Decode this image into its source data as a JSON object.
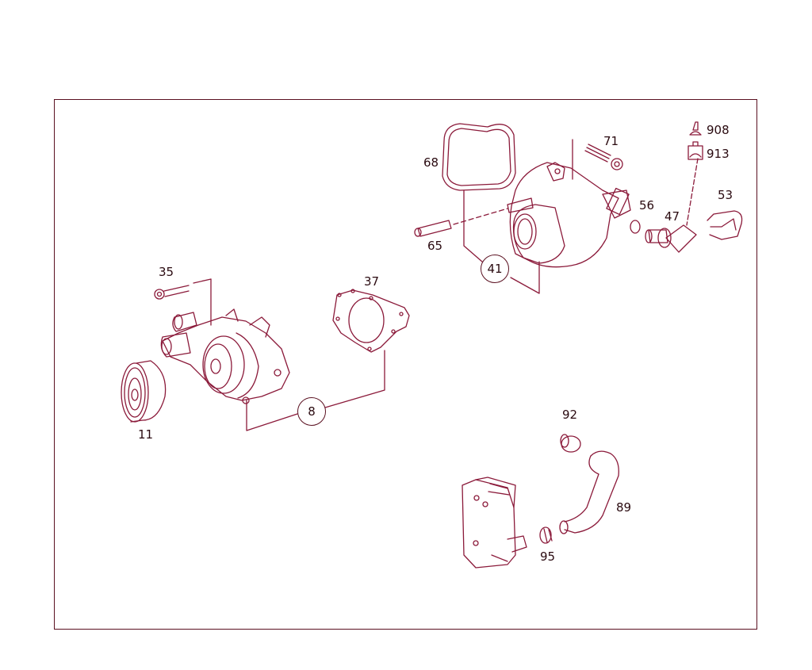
{
  "diagram": {
    "type": "exploded parts diagram",
    "line_color": "#8b1a3a",
    "frame_color": "#5a1020",
    "parts": [
      {
        "id": "8",
        "label": "8",
        "description": "water pump assembly (circled group)",
        "circled": true
      },
      {
        "id": "11",
        "label": "11",
        "description": "idler pulley"
      },
      {
        "id": "35",
        "label": "35",
        "description": "bolt"
      },
      {
        "id": "37",
        "label": "37",
        "description": "gasket"
      },
      {
        "id": "41",
        "label": "41",
        "description": "thermostat housing assembly (circled group)",
        "circled": true
      },
      {
        "id": "47",
        "label": "47",
        "description": "temperature sensor"
      },
      {
        "id": "53",
        "label": "53",
        "description": "O-ring"
      },
      {
        "id": "56",
        "label": "56",
        "description": "retaining clip"
      },
      {
        "id": "65",
        "label": "65",
        "description": "pin"
      },
      {
        "id": "68",
        "label": "68",
        "description": "seal"
      },
      {
        "id": "71",
        "label": "71",
        "description": "bolt"
      },
      {
        "id": "89",
        "label": "89",
        "description": "hose"
      },
      {
        "id": "92",
        "label": "92",
        "description": "hose clamp"
      },
      {
        "id": "95",
        "label": "95",
        "description": "hose clamp"
      },
      {
        "id": "908",
        "label": "908",
        "description": "symbol reference"
      },
      {
        "id": "913",
        "label": "913",
        "description": "symbol reference"
      }
    ]
  }
}
